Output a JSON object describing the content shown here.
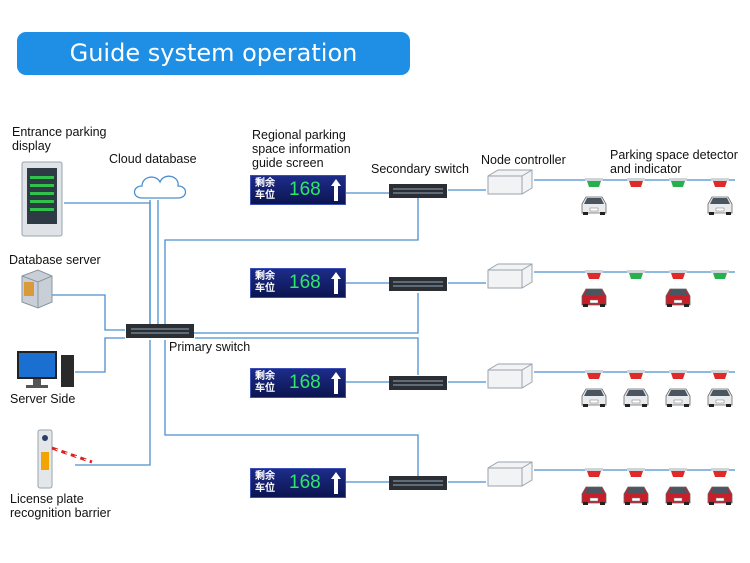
{
  "title": "Guide system operation principle",
  "labels": {
    "entrance_display": [
      "Entrance parking",
      "display"
    ],
    "cloud_database": "Cloud database",
    "regional_screen": [
      "Regional parking",
      "space information",
      "guide screen"
    ],
    "secondary_switch": "Secondary switch",
    "node_controller": "Node controller",
    "detector": [
      "Parking space detector",
      "and indicator"
    ],
    "database_server": "Database server",
    "primary_switch": "Primary switch",
    "server_side": "Server Side",
    "license_plate": [
      "License plate",
      "recognition barrier"
    ]
  },
  "guide_screens": [
    {
      "line1": "剩余",
      "line2": "车位",
      "count": "168"
    },
    {
      "line1": "剩余",
      "line2": "车位",
      "count": "168"
    },
    {
      "line1": "剩余",
      "line2": "车位",
      "count": "168"
    },
    {
      "line1": "剩余",
      "line2": "车位",
      "count": "168"
    }
  ],
  "sensor_rows": [
    {
      "sensors": [
        "green",
        "red",
        "green",
        "red"
      ],
      "cars": [
        "white",
        "",
        "",
        "white"
      ]
    },
    {
      "sensors": [
        "red",
        "green",
        "red",
        "green"
      ],
      "cars": [
        "red",
        "",
        "red",
        ""
      ]
    },
    {
      "sensors": [
        "red",
        "red",
        "red",
        "red"
      ],
      "cars": [
        "white",
        "white",
        "white",
        "white"
      ]
    },
    {
      "sensors": [
        "red",
        "red",
        "red",
        "red"
      ],
      "cars": [
        "red",
        "red",
        "red",
        "red"
      ]
    }
  ],
  "colors": {
    "accent": "#1f8fe6",
    "wire": "#4a90d0",
    "screen_digits": "#2ee66a",
    "sensor_green": "#27b04f",
    "sensor_red": "#e02a2a"
  },
  "icons": [
    "cloud-icon",
    "database-server-icon",
    "desktop-computer-icon",
    "barrier-gate-icon",
    "network-switch-icon",
    "node-controller-icon",
    "parking-sensor-icon",
    "car-icon",
    "entrance-display-icon"
  ]
}
